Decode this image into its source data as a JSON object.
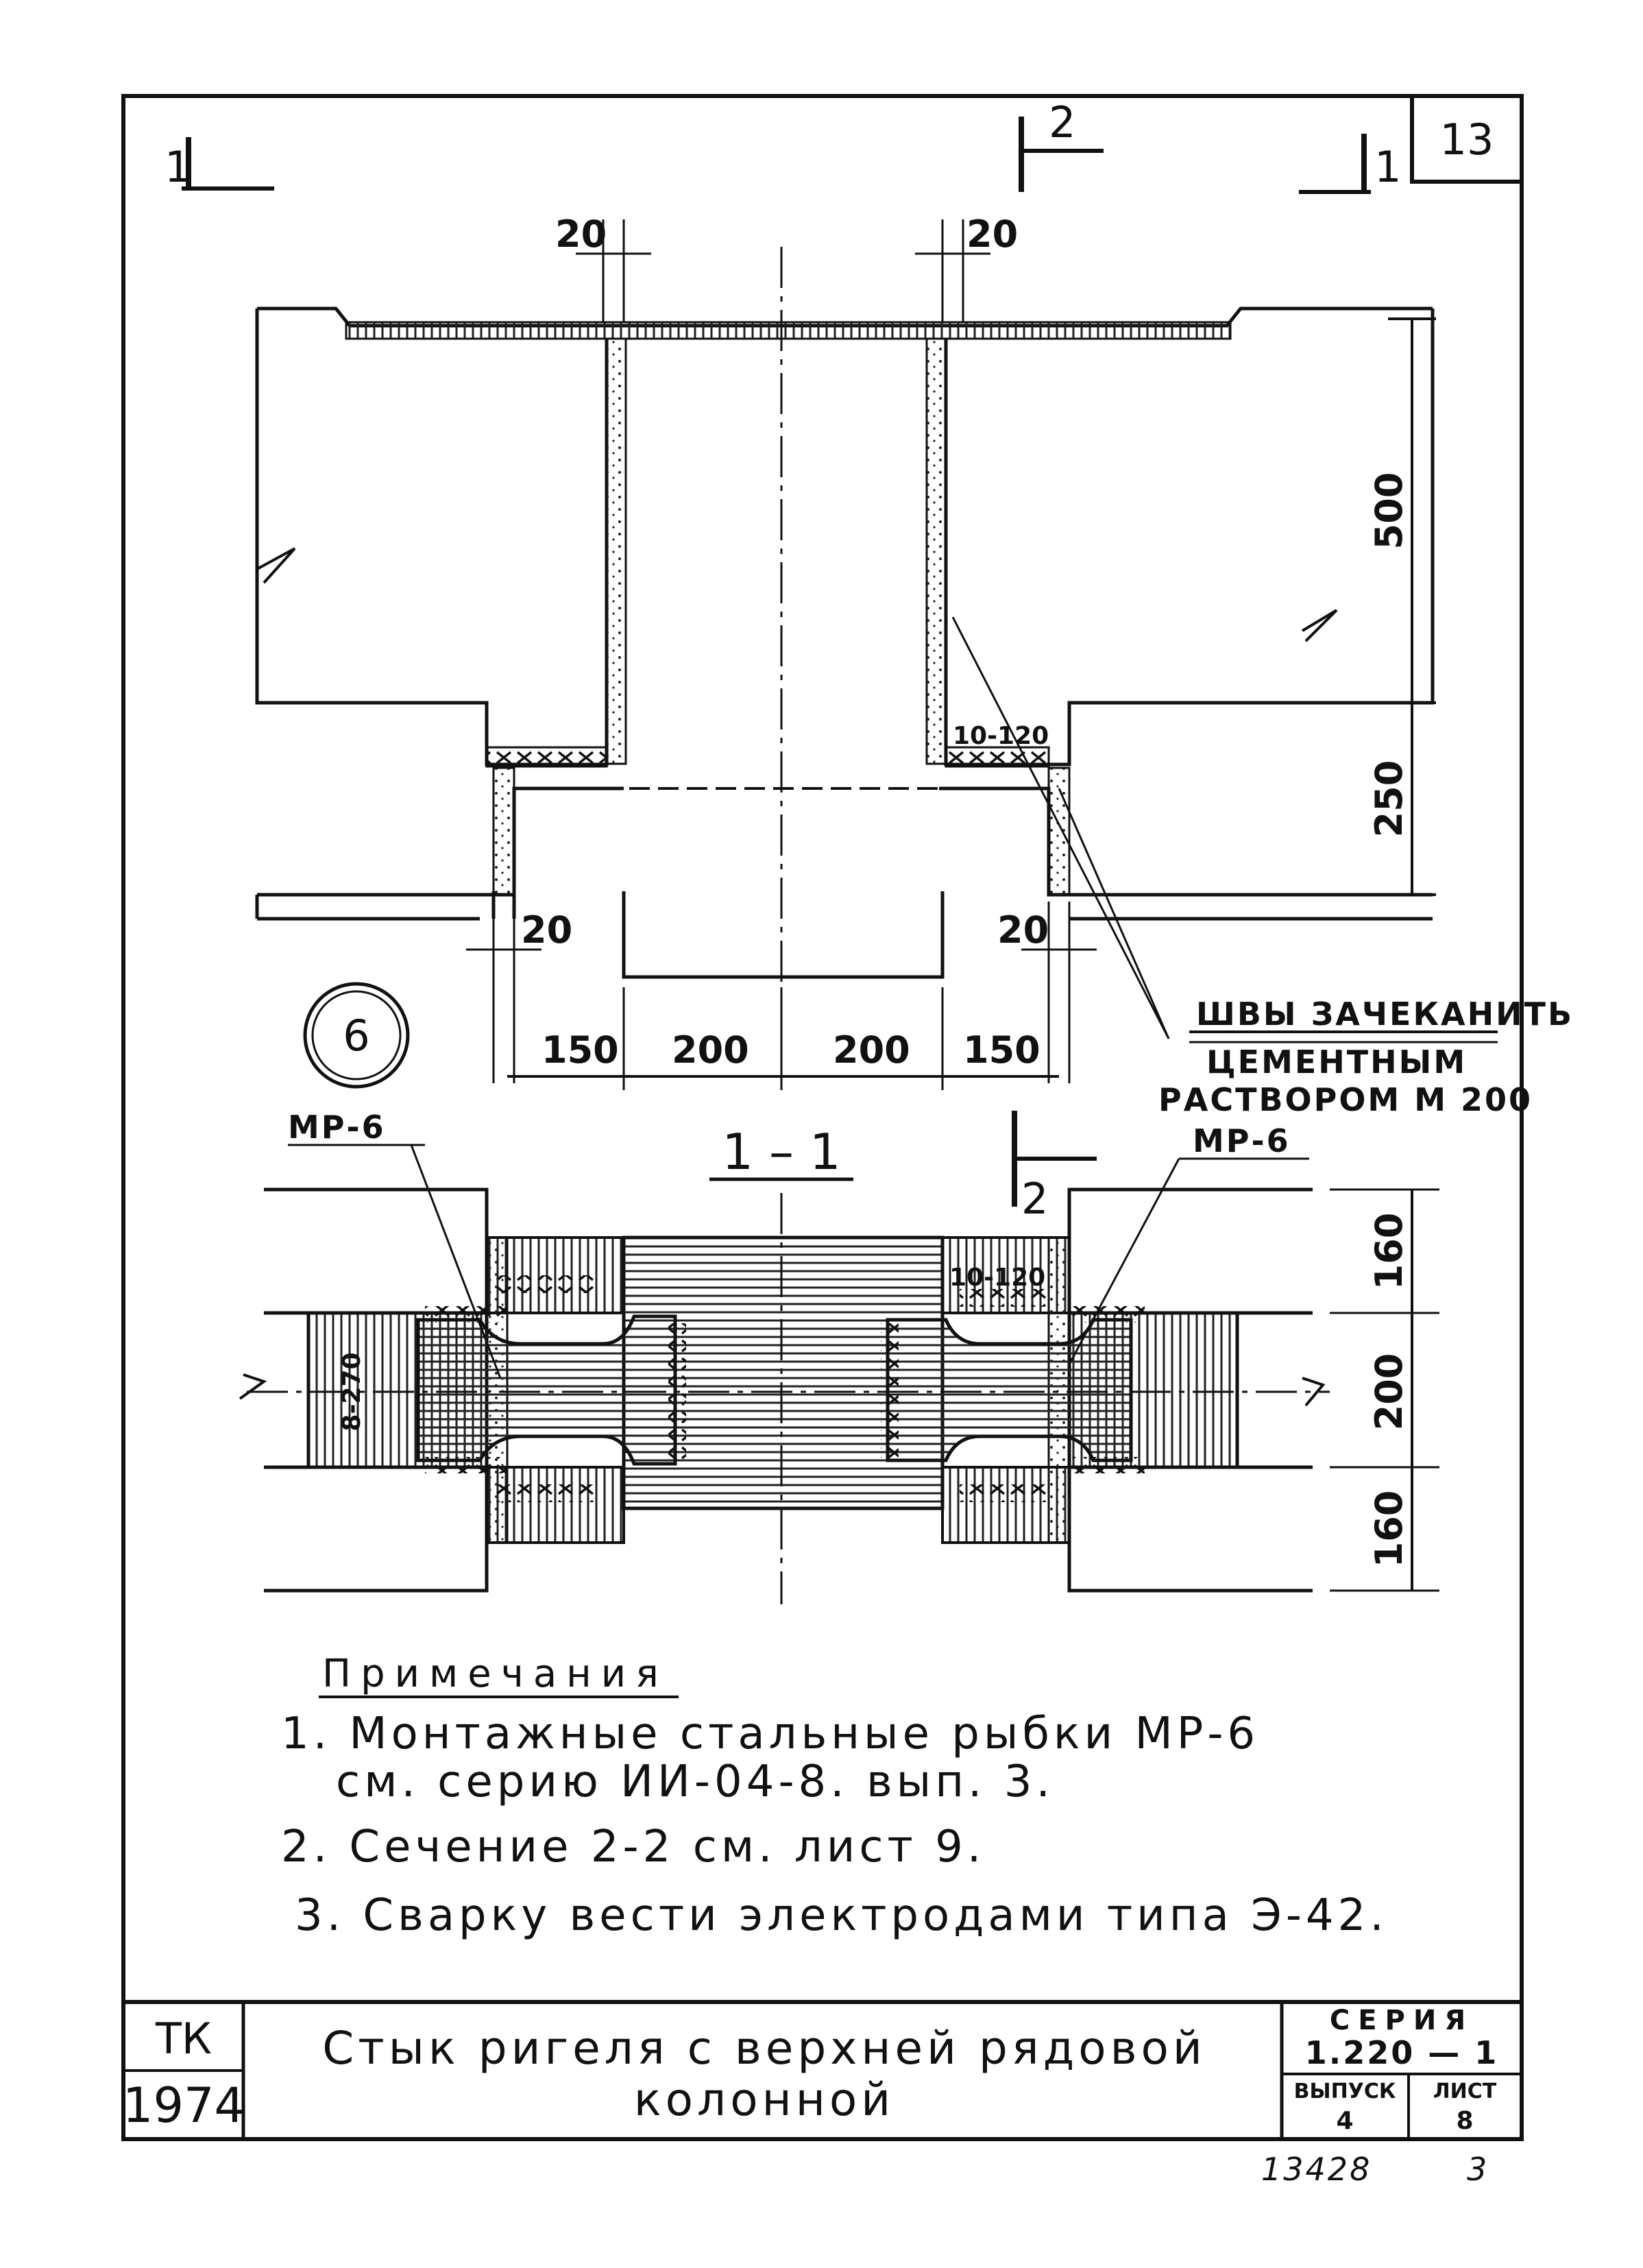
{
  "sheet": {
    "number": "13"
  },
  "section_marks": {
    "mark_1_left": "1",
    "mark_1_right": "1",
    "mark_2_top": "2",
    "mark_2_mid": "2"
  },
  "plan": {
    "dims_top_left": "20",
    "dims_top_right": "20",
    "dim_500": "500",
    "dim_250": "250",
    "dim_bottom_left_20": "20",
    "dim_bottom_right_20": "20",
    "dim_150_left": "150",
    "dim_200_left": "200",
    "dim_200_right": "200",
    "dim_150_right": "150",
    "weld_label_plan": "10-120",
    "node_number": "6"
  },
  "annotation": {
    "line1": "ШВЫ ЗАЧЕКАНИТЬ",
    "line2": "ЦЕМЕНТНЫМ",
    "line3": "РАСТВОРОМ М 200"
  },
  "section": {
    "title": "1 – 1",
    "mp_left": "МР-6",
    "mp_right": "МР-6",
    "weld_label": "10-120",
    "weld_vertical": "8-270",
    "dim_160_top": "160",
    "dim_200": "200",
    "dim_160_bottom": "160"
  },
  "notes": {
    "heading": "Примечания",
    "items": [
      "1. Монтажные стальные рыбки МР-6",
      "см. серию ИИ-04-8. вып. 3.",
      "2. Сечение 2-2 см. лист 9.",
      "3. Сварку вести электродами типа Э-42."
    ]
  },
  "title_block": {
    "org": "ТК",
    "year": "1974",
    "title_line1": "Стык ригеля с верхней рядовой",
    "title_line2": "колонной",
    "series_label": "СЕРИЯ",
    "series_value": "1.220 — 1",
    "issue_label": "ВЫПУСК",
    "issue_value": "4",
    "sheet_label": "ЛИСТ",
    "sheet_value": "8"
  },
  "footer": {
    "inventory": "13428",
    "copy": "3"
  }
}
